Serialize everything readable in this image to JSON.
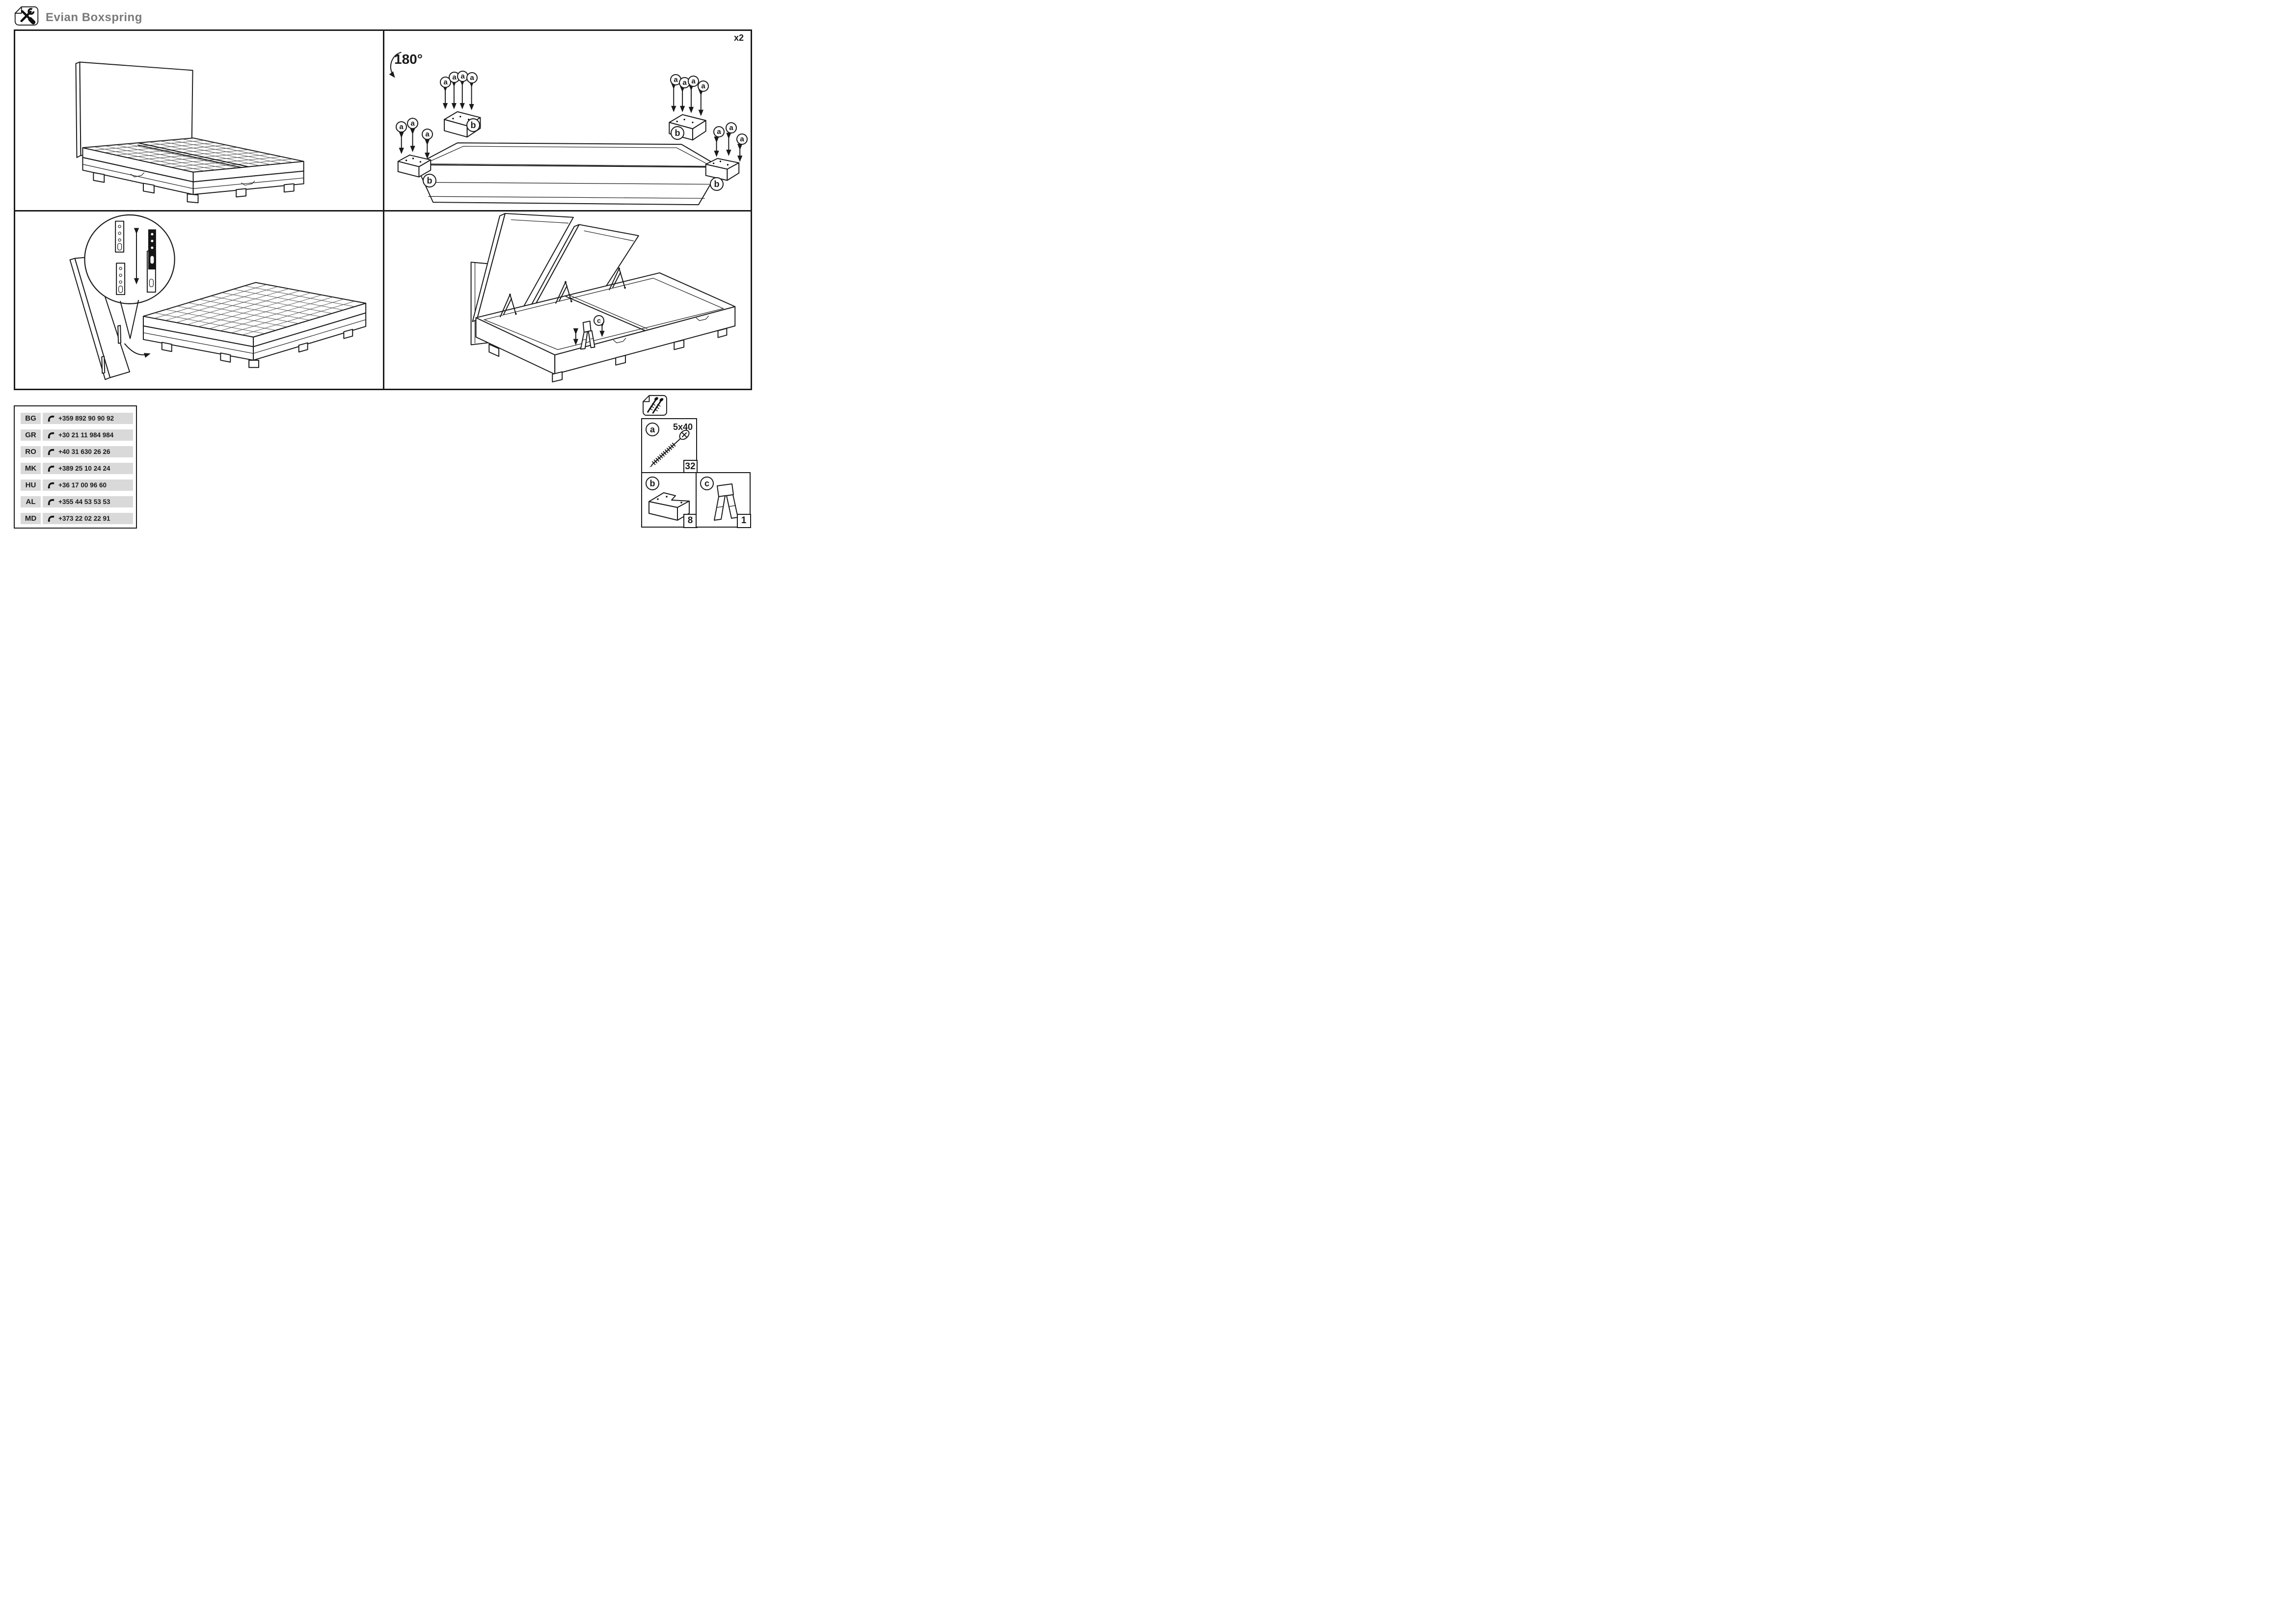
{
  "header": {
    "title": "Evian Boxspring"
  },
  "steps": {
    "step2": {
      "rotation_label": "180°",
      "repeat_label": "x2"
    },
    "labels": {
      "screw": "a",
      "leg": "b",
      "clip": "c"
    }
  },
  "hotlines": {
    "rows": [
      {
        "country": "BG",
        "phone": "+359 892 90 90 92"
      },
      {
        "country": "GR",
        "phone": "+30 21 11 984 984"
      },
      {
        "country": "RO",
        "phone": "+40 31 630 26 26"
      },
      {
        "country": "MK",
        "phone": "+389 25 10 24 24"
      },
      {
        "country": "HU",
        "phone": "+36 17 00 96 60"
      },
      {
        "country": "AL",
        "phone": "+355 44 53 53 53"
      },
      {
        "country": "MD",
        "phone": "+373 22 02 22 91"
      }
    ]
  },
  "parts": {
    "screw": {
      "label": "a",
      "size": "5x40",
      "qty": "32"
    },
    "leg": {
      "label": "b",
      "qty": "8"
    },
    "clip": {
      "label": "c",
      "qty": "1"
    }
  },
  "colors": {
    "line": "#1a1a1a",
    "title_gray": "#7a7a7a",
    "row_bg": "#d9d9d9"
  }
}
